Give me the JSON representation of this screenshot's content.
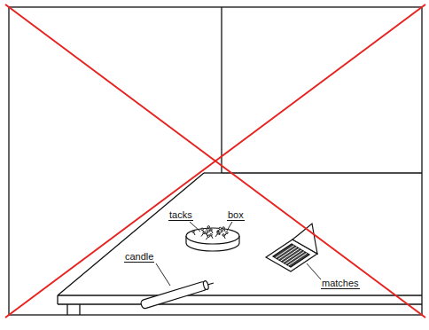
{
  "diagram": {
    "labels": [
      "tacks",
      "box",
      "candle",
      "matches"
    ]
  }
}
